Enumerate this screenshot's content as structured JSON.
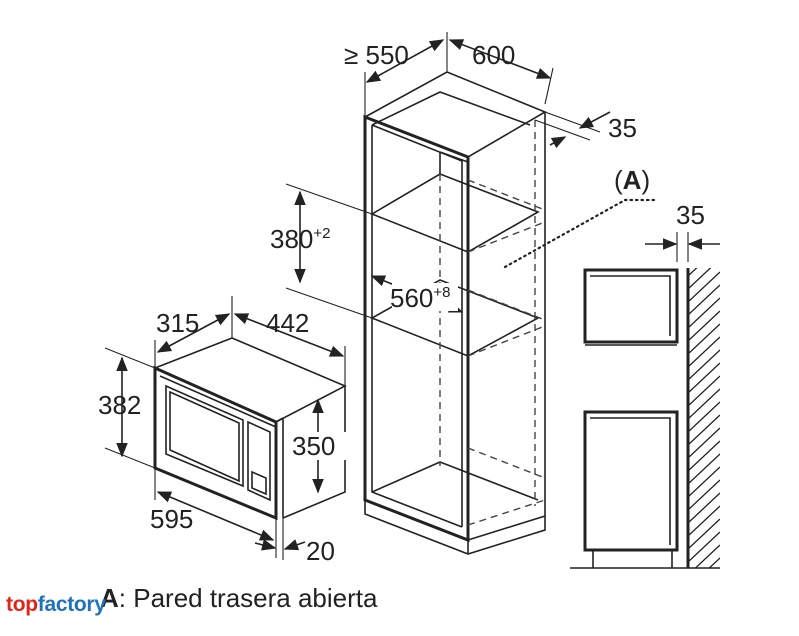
{
  "dimensions": {
    "cabinet_depth": "≥ 550",
    "cabinet_width": "600",
    "cabinet_back_gap": "35",
    "niche_height": "380",
    "niche_height_tol": "+2",
    "niche_width": "560",
    "niche_width_tol": "+8",
    "side_gap": "35",
    "appliance_depth": "315",
    "appliance_side": "442",
    "appliance_height": "382",
    "appliance_inner_height": "350",
    "appliance_width": "595",
    "appliance_front": "20"
  },
  "labels": {
    "callout": "(A)",
    "callout_letter": "A",
    "legend_letter": "A",
    "legend_text": ": Pared trasera abierta"
  },
  "brand": {
    "part1": "top",
    "part2": "factory",
    "color1": "#e2231a",
    "color2": "#1e73be"
  },
  "colors": {
    "line": "#222222",
    "background": "#ffffff"
  }
}
